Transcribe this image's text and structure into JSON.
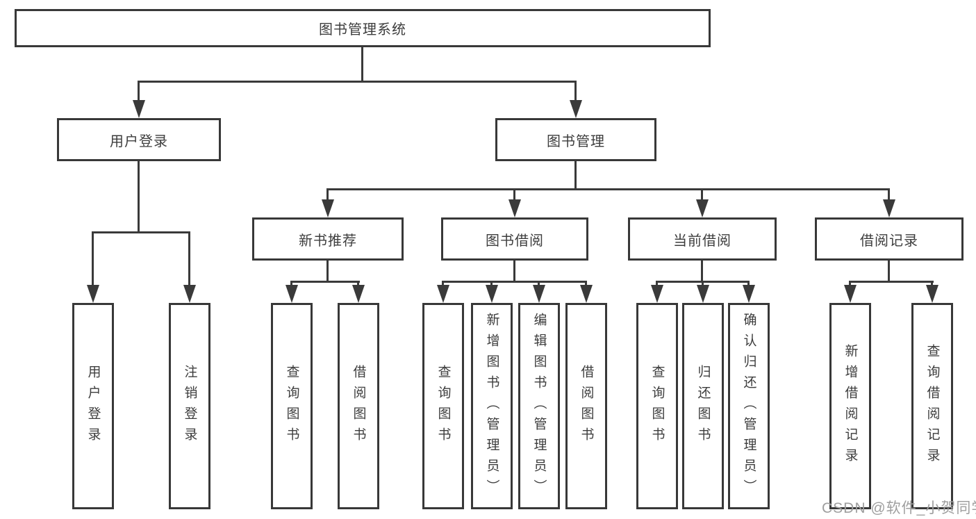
{
  "diagram": {
    "root": {
      "label": "图书管理系统"
    },
    "branches": {
      "user_login": {
        "label": "用户登录",
        "children": [
          {
            "label": "用户登录"
          },
          {
            "label": "注销登录"
          }
        ]
      },
      "book_management": {
        "label": "图书管理",
        "modules": [
          {
            "label": "新书推荐",
            "children": [
              {
                "label": "查询图书"
              },
              {
                "label": "借阅图书"
              }
            ]
          },
          {
            "label": "图书借阅",
            "children": [
              {
                "label": "查询图书"
              },
              {
                "label": "新增图书（管理员）"
              },
              {
                "label": "编辑图书（管理员）"
              },
              {
                "label": "借阅图书"
              }
            ]
          },
          {
            "label": "当前借阅",
            "children": [
              {
                "label": "查询图书"
              },
              {
                "label": "归还图书"
              },
              {
                "label": "确认归还（管理员）"
              }
            ]
          },
          {
            "label": "借阅记录",
            "children": [
              {
                "label": "新增借阅记录"
              },
              {
                "label": "查询借阅记录"
              }
            ]
          }
        ]
      }
    },
    "colors": {
      "line": "#3a3a3a",
      "text": "#3d3d3d",
      "background": "#ffffff",
      "watermark": "#9f9f9f"
    }
  },
  "watermark": {
    "text": "CSDN @软件_小贺同学"
  }
}
